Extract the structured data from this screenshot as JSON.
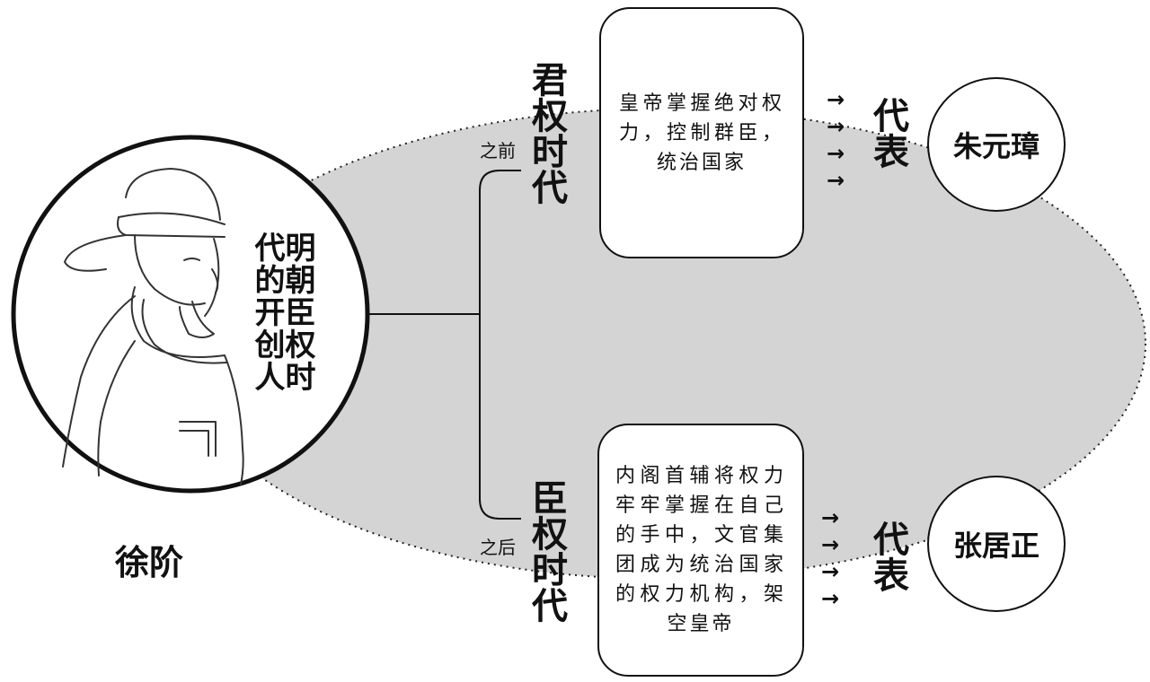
{
  "person": {
    "name": "徐阶",
    "intro": "明朝臣权时代的开创人"
  },
  "eras": [
    {
      "title": "君权时代",
      "relation": "之前",
      "description": "皇帝掌握绝对权力，控制群臣，统治国家",
      "represent_label": "代表",
      "representative": "朱元璋"
    },
    {
      "title": "臣权时代",
      "relation": "之后",
      "description": "内阁首辅将权力牢牢掌握在自己的手中，文官集团成为统治国家的权力机构，架空皇帝",
      "represent_label": "代表",
      "representative": "张居正"
    }
  ],
  "arrow_glyph": "→",
  "colors": {
    "ellipse_fill": "#d4d4d4",
    "line": "#111111"
  }
}
